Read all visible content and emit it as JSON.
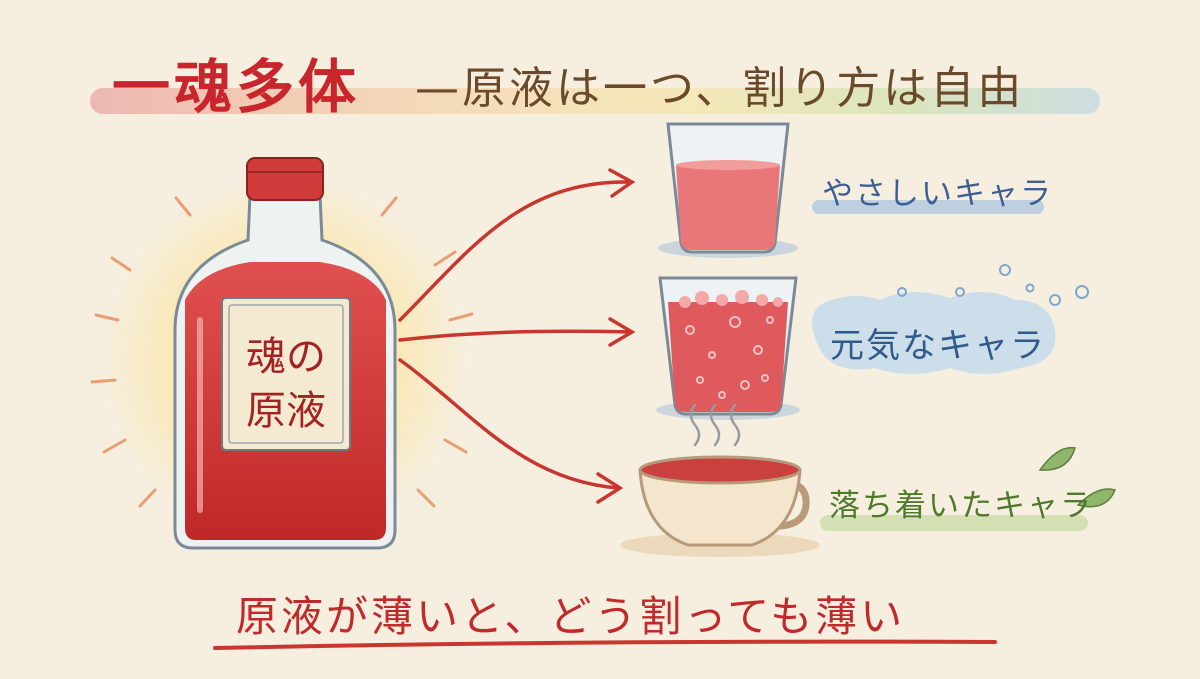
{
  "title": {
    "lead": "一魂多体",
    "rest": "—原液は一つ、割り方は自由"
  },
  "bottle": {
    "label": "魂の\n原液"
  },
  "branches": [
    {
      "label": "やさしいキャラ",
      "vessel": "glass-icon"
    },
    {
      "label": "元気なキャラ",
      "vessel": "fizzy-glass-icon"
    },
    {
      "label": "落ち着いたキャラ",
      "vessel": "teacup-icon"
    }
  ],
  "bottom_message": "原液が薄いと、どう割っても薄い",
  "colors": {
    "background": "#f6efe0",
    "accent_red": "#c8262c",
    "liquid": "#d94a4a",
    "gentle_blue": "#3d5f93",
    "calm_green": "#4f7a2c",
    "title_brown": "#6a4a2a"
  }
}
